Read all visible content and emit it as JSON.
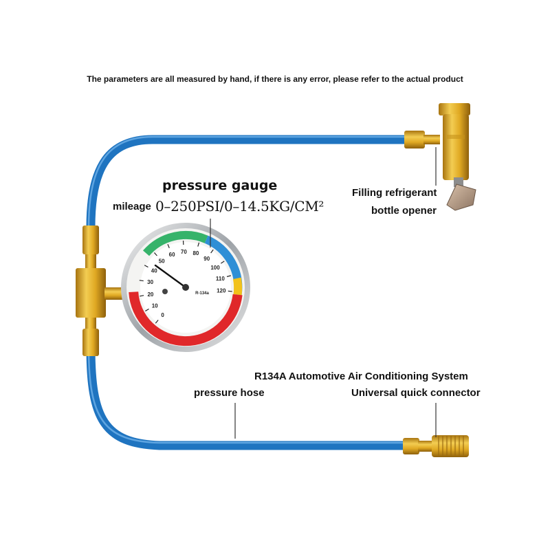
{
  "note": "The parameters are all measured by hand, if there is any error, please refer to the actual product",
  "gauge": {
    "title": "pressure gauge",
    "mileage_label": "mileage",
    "range": "0–250PSI/0–14.5KG/CM²",
    "scale_numbers": [
      "0",
      "10",
      "20",
      "30",
      "40",
      "50",
      "60",
      "70",
      "80",
      "90",
      "100",
      "110",
      "120"
    ],
    "refrigerant": "R-134a"
  },
  "labels": {
    "filling_line1": "Filling refrigerant",
    "filling_line2": "bottle opener",
    "system": "R134A Automotive Air Conditioning System",
    "hose": "pressure hose",
    "connector": "Universal quick connector"
  },
  "colors": {
    "hose": "#1f74c0",
    "brass": "#d9a21c",
    "gauge_red": "#e0282a",
    "gauge_blue": "#2f8fd6",
    "gauge_green": "#36b36a",
    "gauge_yellow": "#f2c21a"
  }
}
